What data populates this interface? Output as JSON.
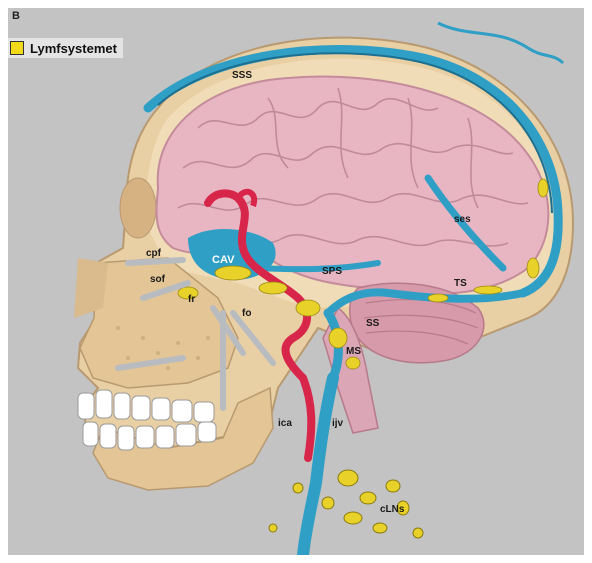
{
  "figure": {
    "panel_letter": "B",
    "legend": {
      "label": "Lymfsystemet",
      "swatch_color": "#f2d91a"
    },
    "colors": {
      "background": "#c3c3c3",
      "skull": "#e9cfa4",
      "brain": "#e8b6c3",
      "cerebellum": "#d79aaa",
      "venous_sinus": "#2f9fc6",
      "artery": "#d8264b",
      "lymph": "#e8d22a",
      "teeth": "#ffffff",
      "nerves": "#b8bcc0"
    },
    "labels": {
      "sss": "SSS",
      "ses": "ses",
      "cpf": "cpf",
      "sof": "sof",
      "cav": "CAV",
      "fr": "fr",
      "fo": "fo",
      "sps": "SPS",
      "ts": "TS",
      "ss": "SS",
      "ms": "MS",
      "ica": "ica",
      "ijv": "ijv",
      "clns": "cLNs"
    }
  }
}
